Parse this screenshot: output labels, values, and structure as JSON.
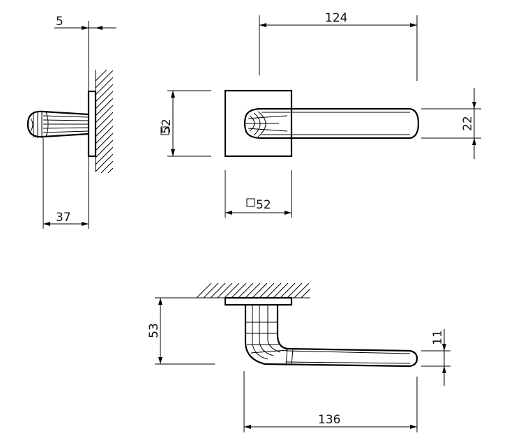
{
  "drawing": {
    "dimensions": {
      "rose_thickness": "5",
      "side_projection": "37",
      "handle_length_top": "124",
      "rose_height": "52",
      "rose_width": "52",
      "handle_height": "22",
      "projection_from_door": "53",
      "handle_thickness": "11",
      "handle_length_bottom": "136"
    }
  }
}
